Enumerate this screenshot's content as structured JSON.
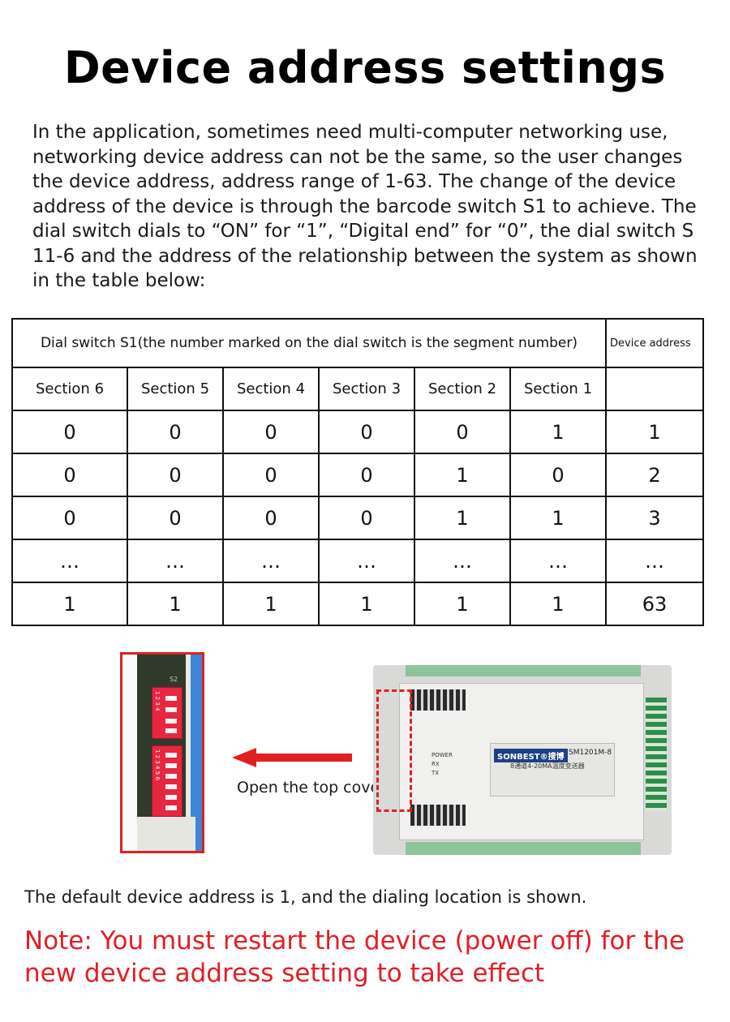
{
  "title": "Device address settings",
  "intro": "In the application, sometimes need multi-computer networking use, networking device address can not be the same, so the user changes the device address, address range of 1-63. The change of the device address of the device is through the barcode switch S1 to achieve. The dial switch dials to “ON” for “1”, “Digital end” for “0”, the dial switch S 11-6 and the address of the relationship between the system as shown in the table below:",
  "table": {
    "group_header": "Dial switch S1(the number marked on the dial switch is the segment number)",
    "device_header": "Device address",
    "sections": [
      "Section 6",
      "Section 5",
      "Section 4",
      "Section 3",
      "Section 2",
      "Section 1"
    ],
    "rows": [
      [
        "0",
        "0",
        "0",
        "0",
        "0",
        "1",
        "1"
      ],
      [
        "0",
        "0",
        "0",
        "0",
        "1",
        "0",
        "2"
      ],
      [
        "0",
        "0",
        "0",
        "0",
        "1",
        "1",
        "3"
      ],
      [
        "…",
        "…",
        "…",
        "…",
        "…",
        "…",
        "…"
      ],
      [
        "1",
        "1",
        "1",
        "1",
        "1",
        "1",
        "63"
      ]
    ]
  },
  "illustration": {
    "caption": "Open the top cover",
    "pcb_label": "S2",
    "dip_top_numbers": "1 2 3 4",
    "dip_bottom_numbers": "1 2 3 4 5 6",
    "device_brand": "SONBEST®搜博",
    "device_model": "SM1201M-8",
    "device_subtitle": "8通道4-20MA温度变送器",
    "leds": [
      "POWER",
      "RX",
      "TX"
    ],
    "colors": {
      "highlight": "#e02020",
      "arrow": "#e02020"
    }
  },
  "default_text": "The default device address is 1, and the dialing location is shown.",
  "note": "Note: You must restart the device (power off) for the new device address setting to take effect"
}
